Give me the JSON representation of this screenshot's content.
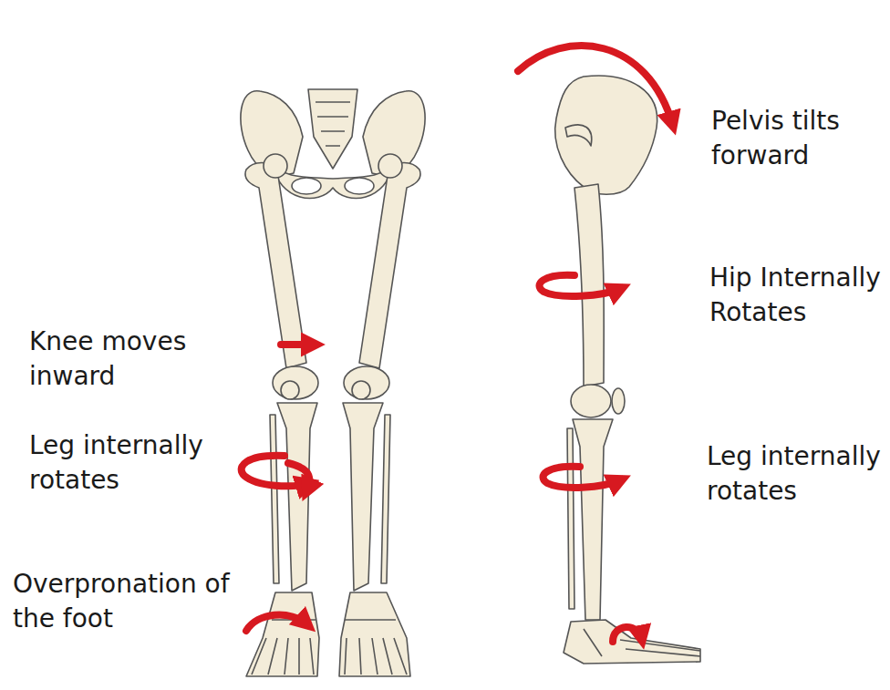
{
  "diagram": {
    "labels": [
      "Knee moves inward",
      "Leg internally rotates",
      "Overpronation of the foot",
      "Pelvis tilts forward",
      "Hip Internally Rotates",
      "Leg internally rotates"
    ]
  }
}
